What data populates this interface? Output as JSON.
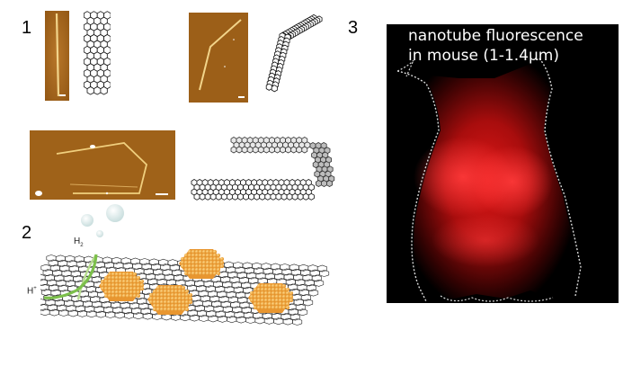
{
  "labels": {
    "one": "1",
    "two": "2",
    "three": "3"
  },
  "fluorescence": {
    "line1": "nanotube fluorescence",
    "line2": "in mouse (1-1.4µm)"
  },
  "chemistry": {
    "h2_base": "H",
    "h2_sub": "2",
    "hplus_base": "H",
    "hplus_sup": "+"
  },
  "colors": {
    "afm_background": "#a86a1c",
    "fluorescence_red": "#d11414",
    "nanoparticle_orange": "#f2a640",
    "arrow_green": "#7cc04b"
  }
}
